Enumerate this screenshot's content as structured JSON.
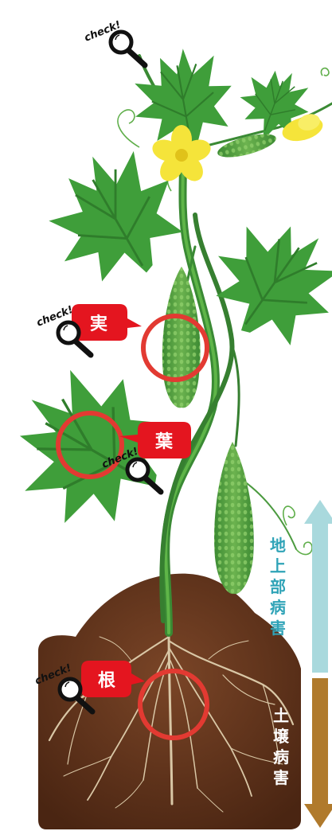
{
  "markers": {
    "check_word": "check!",
    "fruit_label": "実",
    "leaf_label": "葉",
    "root_label": "根"
  },
  "sections": {
    "above_ground": [
      "地",
      "上",
      "部",
      "病",
      "害"
    ],
    "soil": [
      "土",
      "壌",
      "病",
      "害"
    ]
  },
  "colors": {
    "tag_red": "#e4151f",
    "circle_red": "#e23a32",
    "above_ground_arrow": "#a9d9dd",
    "above_ground_text": "#2fa3b7",
    "soil_arrow": "#b07a2c",
    "soil_text": "#ffffff",
    "soil": "#5a2f17",
    "leaf": "#3f9e3a",
    "fruit": "#4a9a3c",
    "flower": "#f5e43a",
    "root": "#d9c7a6"
  }
}
